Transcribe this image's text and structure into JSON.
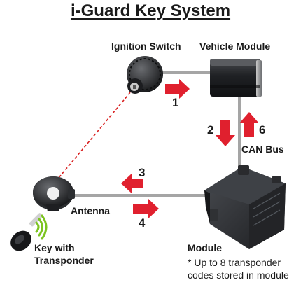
{
  "title": "i-Guard Key System",
  "labels": {
    "ignition_switch": "Ignition Switch",
    "vehicle_module": "Vehicle Module",
    "can_bus": "CAN Bus",
    "antenna": "Antenna",
    "key_line1": "Key with",
    "key_line2": "Transponder",
    "module": "Module"
  },
  "note": {
    "line1": "* Up to 8 transponder",
    "line2": "codes stored in module"
  },
  "arrows": {
    "a1": "1",
    "a2": "2",
    "a3": "3",
    "a4": "4",
    "a6": "6"
  },
  "colors": {
    "arrow_red": "#e0202e",
    "wire_gray": "#a5a5a5",
    "dashed_red": "#d92020",
    "module_dark": "#2e3034",
    "key_signal_green": "#7cc420"
  }
}
